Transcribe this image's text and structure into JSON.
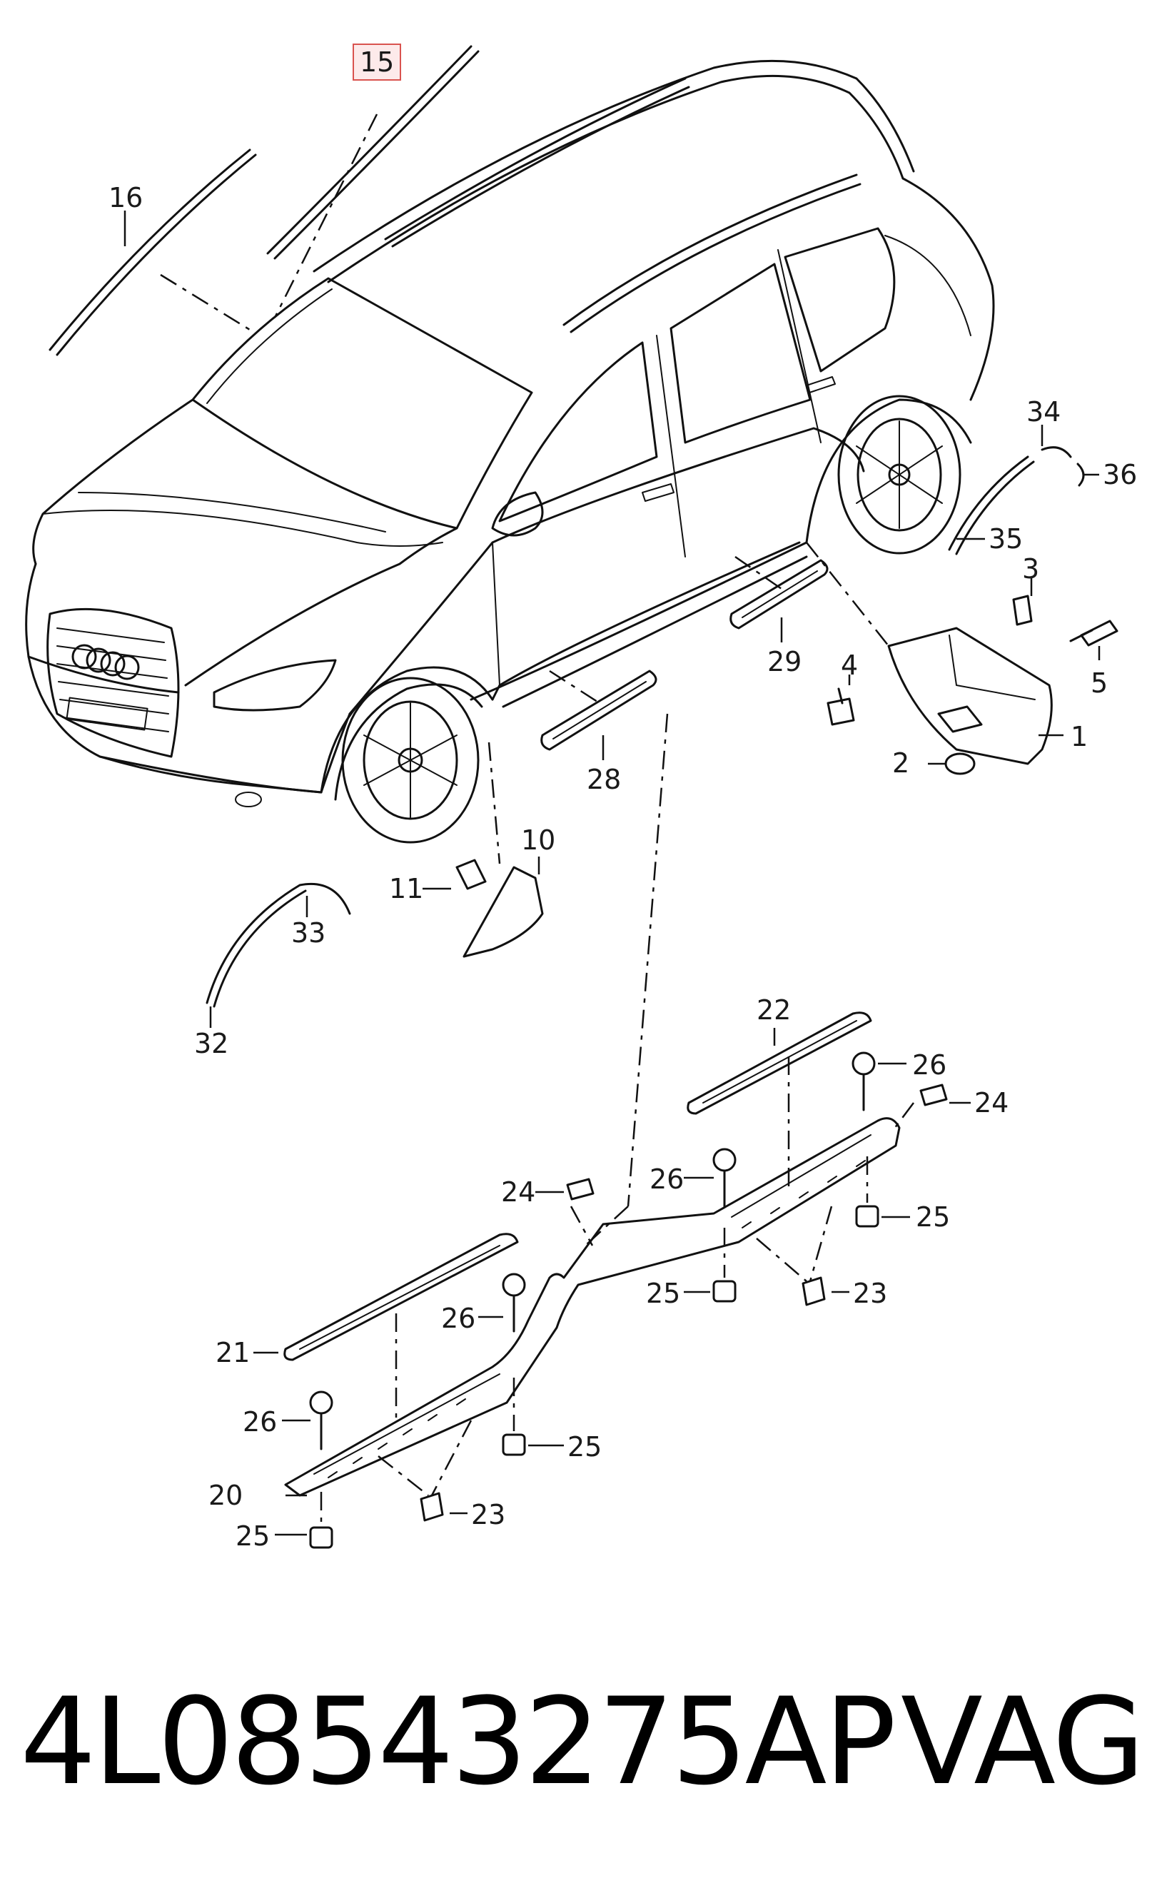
{
  "callouts": {
    "c1": "1",
    "c2": "2",
    "c3": "3",
    "c4": "4",
    "c5": "5",
    "c10": "10",
    "c11": "11",
    "c15": "15",
    "c16": "16",
    "c20": "20",
    "c21": "21",
    "c22": "22",
    "c23a": "23",
    "c23b": "23",
    "c24a": "24",
    "c24b": "24",
    "c25a": "25",
    "c25b": "25",
    "c25c": "25",
    "c25d": "25",
    "c26a": "26",
    "c26b": "26",
    "c26c": "26",
    "c26d": "26",
    "c28": "28",
    "c29": "29",
    "c32": "32",
    "c33": "33",
    "c34": "34",
    "c35": "35",
    "c36": "36"
  },
  "highlight_color": "#d9534f",
  "footer": {
    "part_number": "4L08543275AP",
    "brand": "VAG"
  }
}
